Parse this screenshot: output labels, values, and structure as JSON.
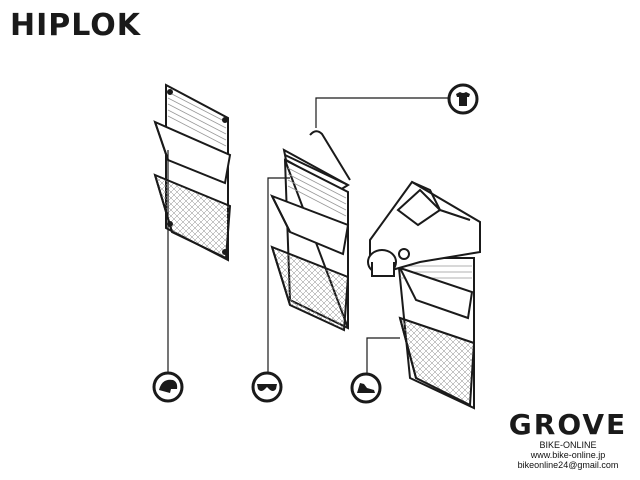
{
  "brand": {
    "name": "HIPLOK"
  },
  "dealer": {
    "name": "GROVE",
    "tagline": "BIKE-ONLINE",
    "website": "www.bike-online.jp",
    "email": "bikeonline24@gmail.com"
  },
  "icons": {
    "top": "t-shirt-icon",
    "left": "helmet-icon",
    "middle": "sunglasses-icon",
    "right": "shoe-icon"
  },
  "colors": {
    "line": "#1a1a1a",
    "grove_leaf": "#2e9a3a"
  }
}
